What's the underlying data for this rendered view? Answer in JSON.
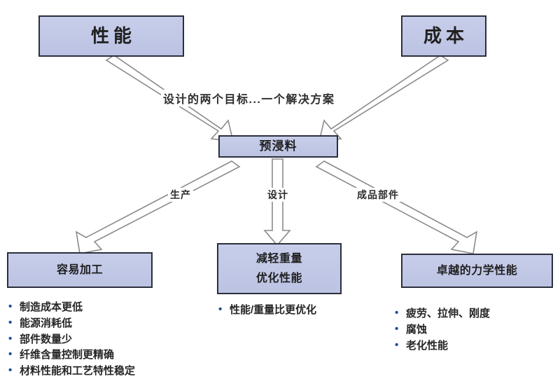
{
  "diagram": {
    "title_flow_label": "设计的两个目标...一个解决方案",
    "top_nodes": [
      {
        "id": "performance",
        "label": "性能"
      },
      {
        "id": "cost",
        "label": "成本"
      }
    ],
    "center_node": {
      "id": "prepreg",
      "label": "预浸料"
    },
    "edge_labels": {
      "produce": "生产",
      "design": "设计",
      "finished_part": "成品部件"
    },
    "bottom_nodes": [
      {
        "id": "easy-process",
        "lines": [
          "容易加工"
        ],
        "bullets": [
          "制造成本更低",
          "能源消耗低",
          "部件数量少",
          "纤维含量控制更精确",
          "材料性能和工艺特性稳定"
        ]
      },
      {
        "id": "weight-performance",
        "lines": [
          "减轻重量",
          "优化性能"
        ],
        "bullets": [
          "性能/重量比更优化"
        ]
      },
      {
        "id": "mechanical-performance",
        "lines": [
          "卓越的力学性能"
        ],
        "bullets": [
          "疲劳、拉伸、刚度",
          "腐蚀",
          "老化性能"
        ]
      }
    ],
    "colors": {
      "box_fill": "#c1c8e6",
      "box_border": "#2b2f3c",
      "arrow_stroke": "#8a8a8a",
      "arrow_fill": "#ffffff",
      "bullet_marker": "#1f4e9c",
      "text": "#202020",
      "background": "#ffffff"
    }
  }
}
